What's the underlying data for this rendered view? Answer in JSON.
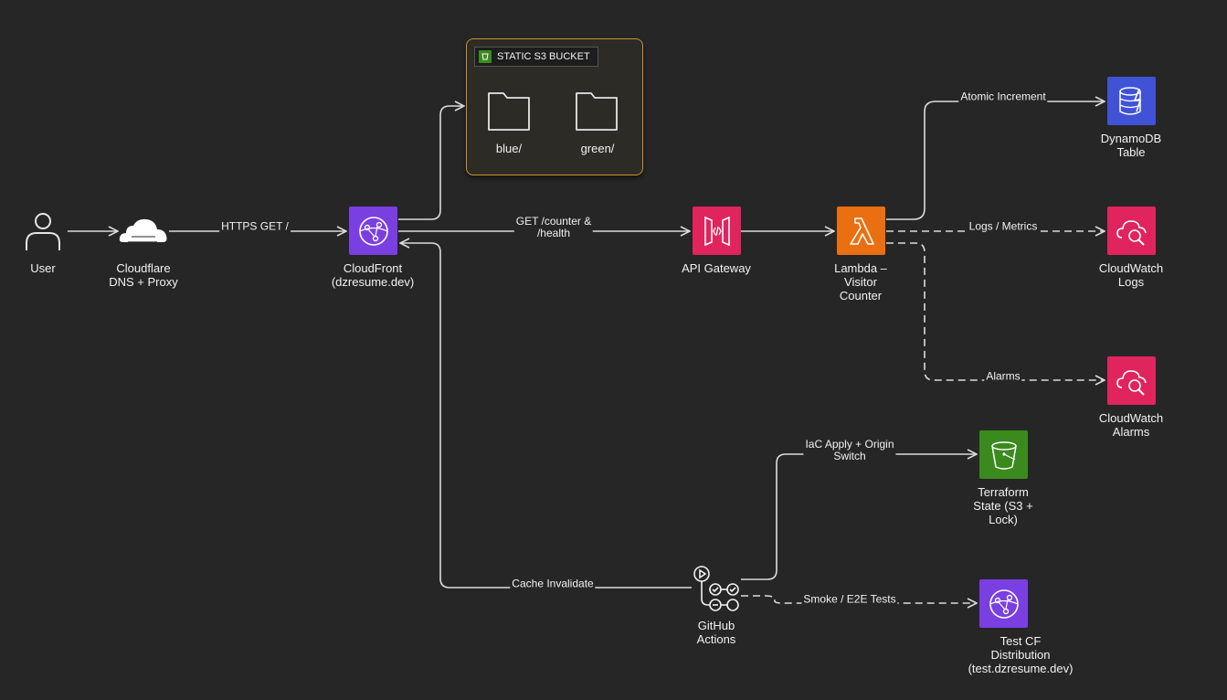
{
  "nodes": {
    "user": "User",
    "cloudflare": "Cloudflare\nDNS + Proxy",
    "cloudfront": "CloudFront\n(dzresume.dev)",
    "api_gateway": "API Gateway",
    "lambda": "Lambda –\nVisitor\nCounter",
    "dynamodb": "DynamoDB\nTable",
    "cw_logs": "CloudWatch\nLogs",
    "cw_alarms": "CloudWatch\nAlarms",
    "terraform_state": "Terraform\nState (S3 +\nLock)",
    "github_actions": "GitHub\nActions",
    "test_cf": "Test CF\nDistribution\n(test.dzresume.dev)"
  },
  "bucket": {
    "title": "STATIC S3 BUCKET",
    "folders": [
      "blue/",
      "green/"
    ]
  },
  "edges": {
    "https_get": "HTTPS GET /",
    "get_counter": "GET /counter &\n/health",
    "atomic_increment": "Atomic Increment",
    "logs_metrics": "Logs / Metrics",
    "alarms": "Alarms",
    "iac_apply": "IaC Apply + Origin\nSwitch",
    "cache_invalidate": "Cache Invalidate",
    "smoke_tests": "Smoke / E2E Tests"
  },
  "colors": {
    "background": "#262626",
    "wire": "#dcdcdc",
    "cloudfront": "#7a3fe0",
    "api_gateway": "#e0245e",
    "lambda": "#ea6f10",
    "dynamodb": "#4053d6",
    "cloudwatch": "#e0245e",
    "s3": "#3b8a1e",
    "bucket_border": "#c9922e"
  }
}
